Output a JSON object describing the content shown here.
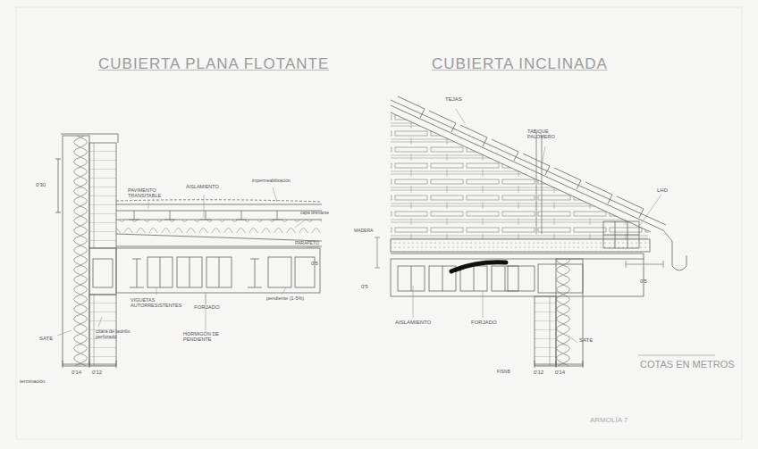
{
  "diagram": {
    "labels": [
      "CUBIERTA PLANA FLOTANTE",
      "CUBIERTA INCLINADA",
      "PAVIMENTO TRANSITABLE",
      "AISLAMIENTO",
      "impermeabilización",
      "capa drenante",
      "PARAPETO",
      "0'30",
      "0'5",
      "VIGUETAS AUTORRESISTENTES",
      "FORJADO",
      "pendiente (1-5%)",
      "HORMIGÓN DE PENDIENTE",
      "SATE",
      "citara de ladrillo perforado",
      "0'14",
      "0'12",
      "terminación",
      "TEJAS",
      "TABIQUE PALOMERO",
      "LHD",
      "MADERA",
      "0'5",
      "AISLAMIENTO",
      "FORJADO",
      "0'5",
      "SATE",
      "FISNB",
      "0'12",
      "0'14",
      "COTAS EN METROS",
      "ARMOLÍA 7"
    ]
  }
}
